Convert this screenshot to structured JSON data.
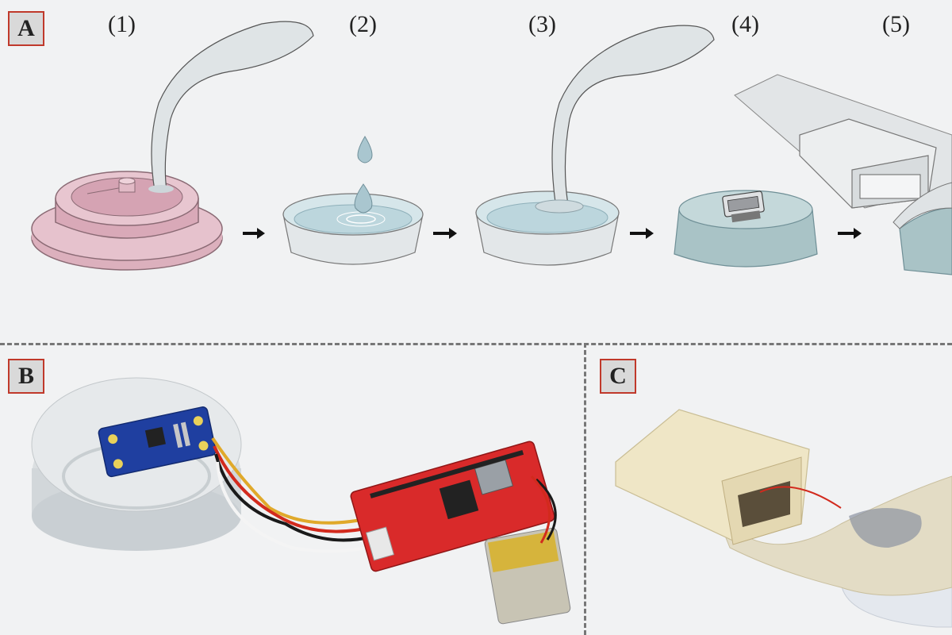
{
  "panels": {
    "a": {
      "label": "A"
    },
    "b": {
      "label": "B"
    },
    "c": {
      "label": "C"
    }
  },
  "steps": [
    "(1)",
    "(2)",
    "(3)",
    "(4)",
    "(5)"
  ],
  "colors": {
    "mold_pink": "#e3bcc8",
    "silicone": "#c9dde2",
    "pcb_blue": "#1f3fa0",
    "pcb_red": "#d92a2a",
    "battery_gold": "#d6b43c",
    "housing": "#efe6c6"
  }
}
